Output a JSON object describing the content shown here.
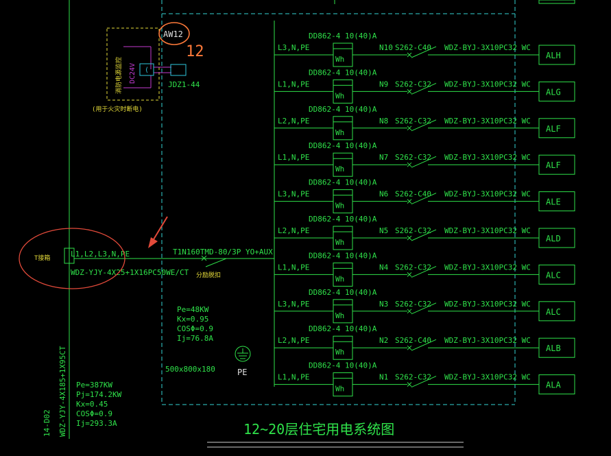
{
  "colors": {
    "bg": "#000000",
    "line_green": "#2fe24a",
    "text_green": "#2fe24a",
    "frame_cyan": "#35d3d3",
    "tag_yellow": "#e6dc3a",
    "accent_magenta": "#c33ad1",
    "label_cyan": "#2ec7de",
    "annotation_orange": "#ff7a3a",
    "annotation_red": "#e24a3a",
    "bottom_white": "#cfcfcf"
  },
  "panel": {
    "title": "12~20层住宅用电系统图",
    "box_size": "500x800x180",
    "breaker": "T1N160TMD-80/3P YO+AUX",
    "breaker_note": "分励脱扣",
    "pe_label": "PE",
    "calc": [
      "Pe=48KW",
      "Kx=0.95",
      "COSΦ=0.9",
      "Ij=76.8A"
    ]
  },
  "incoming": {
    "phases": "L1,L2,L3,N,PE",
    "cable": "WDZ-YJY-4X25+1X16PC50WE/CT",
    "source_label": "T接箱"
  },
  "riser": {
    "cable": "WDZ-YJY-4X185+1X95CT",
    "id": "14-D02",
    "calc": [
      "Pe=387KW",
      "Pj=174.2KW",
      "Kx=0.45",
      "COSΦ=0.9",
      "Ij=293.3A"
    ]
  },
  "aw": {
    "label": "AW12",
    "annotation": "12",
    "voltage": "DC24V",
    "vertical_label": "消防电源监控",
    "relay": "JDZ1-44",
    "note": "(用于火灾时断电)"
  },
  "circuits": [
    {
      "phase": "L3,N,PE",
      "meter": "DD862-4 10(40)A",
      "meter_sym": "Wh",
      "n": "N10",
      "breaker": "S262-C40",
      "cable": "WDZ-BYJ-3X10PC32 WC",
      "load": "ALH"
    },
    {
      "phase": "L1,N,PE",
      "meter": "DD862-4 10(40)A",
      "meter_sym": "Wh",
      "n": "N9",
      "breaker": "S262-C32",
      "cable": "WDZ-BYJ-3X10PC32 WC",
      "load": "ALG"
    },
    {
      "phase": "L2,N,PE",
      "meter": "DD862-4 10(40)A",
      "meter_sym": "Wh",
      "n": "N8",
      "breaker": "S262-C32",
      "cable": "WDZ-BYJ-3X10PC32 WC",
      "load": "ALF"
    },
    {
      "phase": "L1,N,PE",
      "meter": "DD862-4 10(40)A",
      "meter_sym": "Wh",
      "n": "N7",
      "breaker": "S262-C32",
      "cable": "WDZ-BYJ-3X10PC32 WC",
      "load": "ALF"
    },
    {
      "phase": "L3,N,PE",
      "meter": "DD862-4 10(40)A",
      "meter_sym": "Wh",
      "n": "N6",
      "breaker": "S262-C40",
      "cable": "WDZ-BYJ-3X10PC32 WC",
      "load": "ALE"
    },
    {
      "phase": "L2,N,PE",
      "meter": "DD862-4 10(40)A",
      "meter_sym": "Wh",
      "n": "N5",
      "breaker": "S262-C32",
      "cable": "WDZ-BYJ-3X10PC32 WC",
      "load": "ALD"
    },
    {
      "phase": "L1,N,PE",
      "meter": "DD862-4 10(40)A",
      "meter_sym": "Wh",
      "n": "N4",
      "breaker": "S262-C32",
      "cable": "WDZ-BYJ-3X10PC32 WC",
      "load": "ALC"
    },
    {
      "phase": "L3,N,PE",
      "meter": "DD862-4 10(40)A",
      "meter_sym": "Wh",
      "n": "N3",
      "breaker": "S262-C32",
      "cable": "WDZ-BYJ-3X10PC32 WC",
      "load": "ALC"
    },
    {
      "phase": "L2,N,PE",
      "meter": "DD862-4 10(40)A",
      "meter_sym": "Wh",
      "n": "N2",
      "breaker": "S262-C40",
      "cable": "WDZ-BYJ-3X10PC32 WC",
      "load": "ALB"
    },
    {
      "phase": "L1,N,PE",
      "meter": "DD862-4 10(40)A",
      "meter_sym": "Wh",
      "n": "N1",
      "breaker": "S262-C32",
      "cable": "WDZ-BYJ-3X10PC32 WC",
      "load": "ALA"
    }
  ]
}
